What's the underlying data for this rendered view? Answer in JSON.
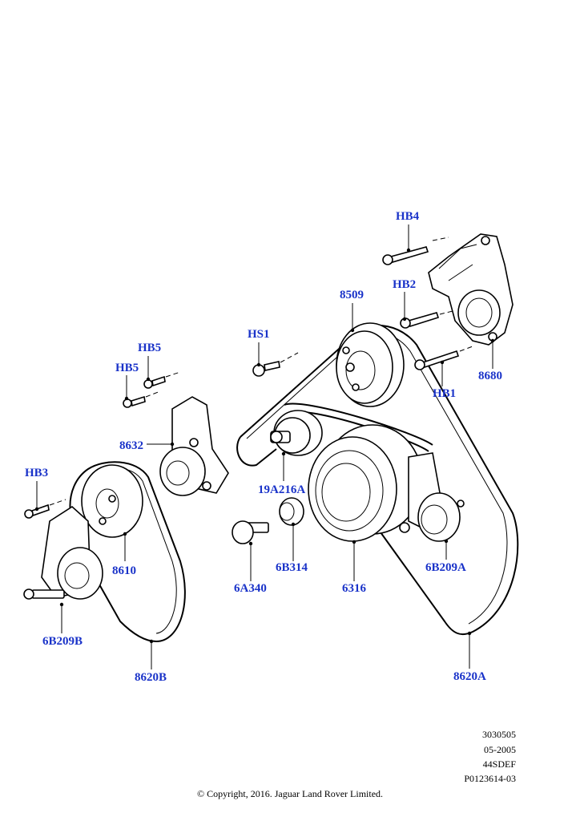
{
  "diagram": {
    "callouts": {
      "hb4": "HB4",
      "hb2": "HB2",
      "p8509": "8509",
      "hs1": "HS1",
      "p8680": "8680",
      "hb1": "HB1",
      "hb5_upper": "HB5",
      "hb5_lower": "HB5",
      "p8632": "8632",
      "hb3": "HB3",
      "p19a216a": "19A216A",
      "p8610": "8610",
      "p6b314": "6B314",
      "p6a340": "6A340",
      "p6316": "6316",
      "p6b209a": "6B209A",
      "p6b209b": "6B209B",
      "p8620b": "8620B",
      "p8620a": "8620A"
    },
    "meta": {
      "code": "3030505",
      "date": "05-2005",
      "model": "44SDEF",
      "ref": "P0123614-03"
    },
    "copyright": "© Copyright, 2016. Jaguar Land Rover Limited.",
    "colors": {
      "callout": "#1a33c9",
      "line": "#000000",
      "background": "#ffffff"
    }
  }
}
